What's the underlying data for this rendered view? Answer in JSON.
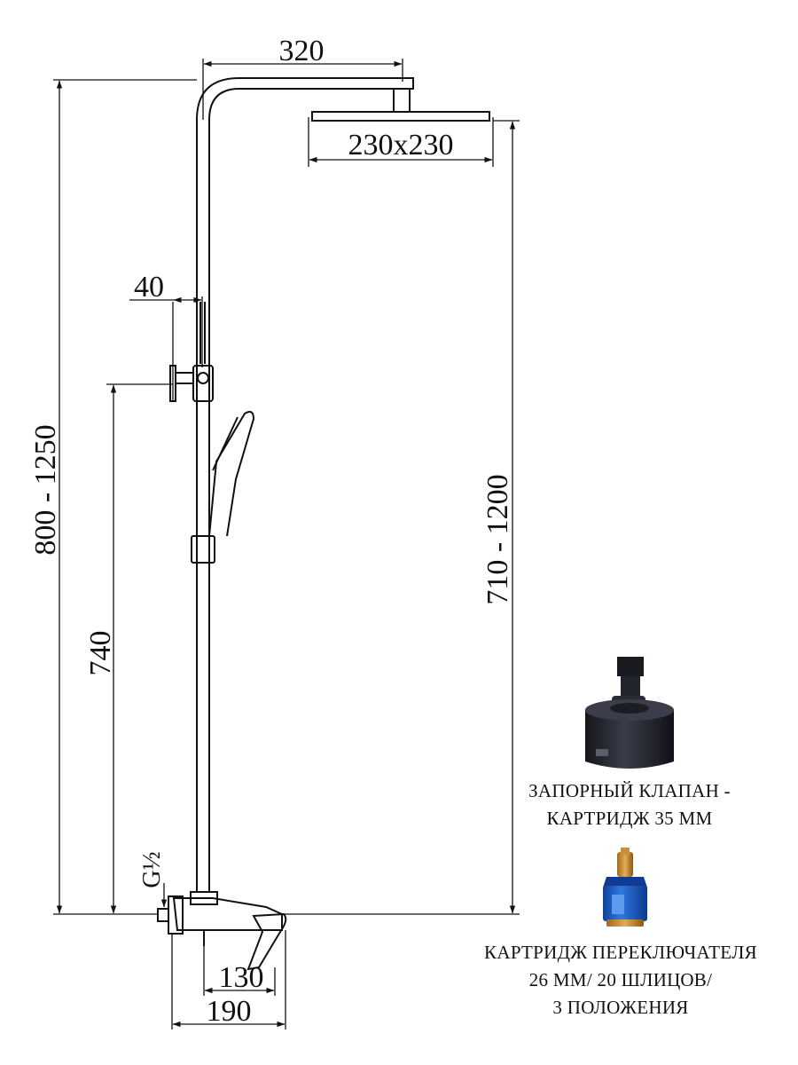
{
  "dimensions": {
    "arm_length": "320",
    "head_size": "230x230",
    "diverter_offset": "40",
    "total_height": "800 - 1250",
    "head_height": "710 - 1200",
    "diverter_height": "740",
    "thread": "G½",
    "mixer_depth": "130",
    "mixer_width": "190"
  },
  "shutoff_cartridge": {
    "line1": "ЗАПОРНЫЙ КЛАПАН -",
    "line2": "КАРТРИДЖ 35 ММ"
  },
  "diverter_cartridge": {
    "line1": "КАРТРИДЖ ПЕРЕКЛЮЧАТЕЛЯ",
    "line2": "26 ММ/ 20 ШЛИЦОВ/",
    "line3": "3 ПОЛОЖЕНИЯ"
  }
}
